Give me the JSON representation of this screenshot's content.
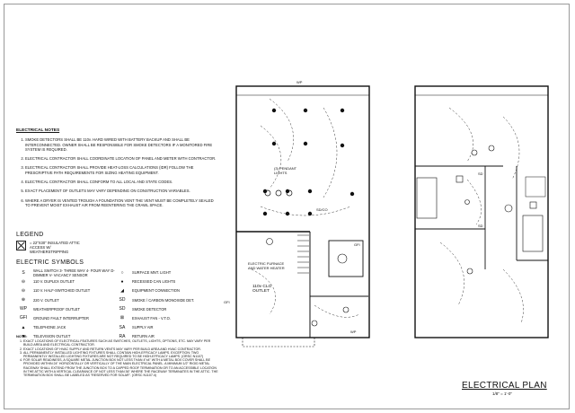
{
  "drawing": {
    "title": "ELECTRICAL PLAN",
    "scale": "1/8\" = 1'-0\""
  },
  "electrical_notes": {
    "heading": "ELECTRICAL NOTES",
    "items": [
      "SMOKE DETECTORS SHALL BE 110v. HARD WIRED WITH BATTERY BACKUP AND SHALL BE INTERCONNECTED. OWNER SHALL BE RESPONSIBLE FOR SMOKE DETECTORS IF A MONITORED FIRE SYSTEM IS REQUIRED.",
      "ELECTRICAL CONTRACTOR SHALL COORDINATE LOCATION OF PANEL AND METER WITH CONTRACTOR.",
      "ELECTRICAL CONTRACTOR SHALL PROVIDE HEAT-LOSS CALCULATIONS (IDR) FOLLOW THE PRESCRIPTIVE PATH REQUIREMENTS FOR SIZING HEATING EQUIPMENT.",
      "ELECTRICAL CONTRACTOR SHALL CONFORM TO ALL LOCAL AND STATE CODES.",
      "EXACT PLACEMENT OF OUTLETS MAY VARY DEPENDING ON CONSTRUCTION VARIABLES.",
      "WHERE A DRYER IS VENTED TROUGH A FOUNDATION VENT THE VENT MUST BE COMPLETELY SEALED TO PREVENT MOIST EXHAUST AIR FROM REENTERING THE CRAWL SPACE."
    ]
  },
  "legend": {
    "heading": "LEGEND",
    "item": "= 22\"X30\" INSULATED ATTIC ACCESS W/ WEATHERSTRIPPING"
  },
  "symbols": {
    "heading": "ELECTRIC SYMBOLS",
    "items": [
      {
        "glyph": "S",
        "label": "WALL SWITCH  3- THREE WAY  4- FOUR WAY  D- DIMMER  V- VACANCY SENSOR"
      },
      {
        "glyph": "○",
        "label": "SURFACE MNT. LIGHT"
      },
      {
        "glyph": "⊖",
        "label": "110 V. DUPLEX OUTLET"
      },
      {
        "glyph": "●",
        "label": "RECESSED CAN LIGHTS"
      },
      {
        "glyph": "⊖",
        "label": "110 V. HALF-SWITCHED OUTLET"
      },
      {
        "glyph": "◢",
        "label": "EQUIPMENT CONNECTION"
      },
      {
        "glyph": "⊕",
        "label": "220 V. OUTLET"
      },
      {
        "glyph": "SD",
        "label": "SMOKE / CARBON MONOXIDE DET."
      },
      {
        "glyph": "WP",
        "label": "WEATHERPROOF OUTLET"
      },
      {
        "glyph": "SD",
        "label": "SMOKE DETECTOR"
      },
      {
        "glyph": "GFI",
        "label": "GROUND FAULT INTERRUPTER"
      },
      {
        "glyph": "⊠",
        "label": "EXHAUST FAN - V.T.O."
      },
      {
        "glyph": "▲",
        "label": "TELEPHONE JACK"
      },
      {
        "glyph": "SA",
        "label": "SUPPLY AIR"
      },
      {
        "glyph": "▼",
        "label": "TELEVISION OUTLET"
      },
      {
        "glyph": "RA",
        "label": "RETURN AIR"
      }
    ],
    "notes_heading": "NOTE:",
    "notes": [
      "EXACT LOCATIONS OF ELECTRICAL FEATURES SUCH AS SWITCHES, OUTLETS, LIGHTS, OPTIONS, ETC. MAY VARY PER BUILD AREA AND ELECTRICAL CONTRACTOR.",
      "EXACT LOCATIONS OF HVAC SUPPLY AND RETURN VENTS MAY VARY PER BUILD AREA AND HVAC CONTRACTOR.",
      "ALL PERMANENTLY INSTALLED LIGHTING FIXTURES SHALL CONTAIN HIGH-EFFICACY LAMPS. EXCEPTION: TWO PERMANENTLY INSTALLED LIGHTING FIXTURES ARE NOT REQUIRED TO BE HIGH-EFFICACY LAMPS. (ORSC N1107)",
      "FOR SOLAR READINESS, A SQUARE METAL JUNCTION BOX NOT LESS THAN 4\"x4\" WITH A METAL BOX COVER SHALL BE PROVIDED WITHIN 24\" HORIZONTALLY OR VERTICALLY OF THE MAIN ELECTRICAL PANEL. A MINIMUM 1/2\" RIGID METAL RACEWAY SHALL EXTEND FROM THE JUNCTION BOX TO A CAPPED ROOF TERMINATION OR TO AN ACCESSIBLE LOCATION IN THE ATTIC WITH A VERTICAL CLEARANCE OF NOT LESS THAN 36\" WHERE THE RACEWAY TERMINATES IN THE ATTIC. THE TERMINATION BOX SHALL BE LABELED AS \"RESERVED FOR SOLAR\". (ORSC N1107.4)"
    ]
  },
  "plan_labels": {
    "pendant": "(3) PENDANT LIGHTS",
    "sdco": "SD/CO",
    "gfi": "GFI",
    "furnace": "ELECTRIC FURNACE AND WATER HEATER",
    "garage": "110v CLG OUTLET",
    "wp": "WP",
    "gfi_left": "GFI",
    "wp_top": "WP",
    "sd_upper": "SD",
    "sd_upper2": "SD"
  }
}
